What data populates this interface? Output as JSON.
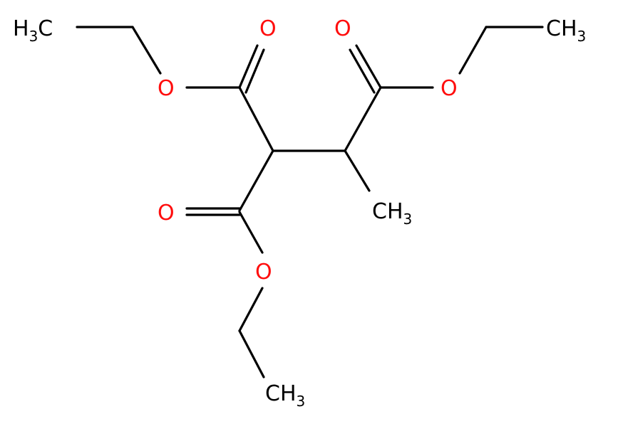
{
  "molecule": {
    "atom_labels": {
      "o_carbonyl_left": "O",
      "o_ester_left": "O",
      "o_carbonyl_right": "O",
      "o_ester_right": "O",
      "o_carbonyl_bottom": "O",
      "o_ester_bottom": "O",
      "ch3_top_left": {
        "main": "H",
        "sub": "3",
        "tail": "C"
      },
      "ch3_top_right": {
        "main": "CH",
        "sub": "3"
      },
      "ch3_methyl": {
        "main": "CH",
        "sub": "3"
      },
      "ch3_bottom": {
        "main": "CH",
        "sub": "3"
      }
    },
    "colors": {
      "oxygen": "#ff0d0d",
      "carbon": "#000000",
      "background": "#ffffff"
    }
  }
}
